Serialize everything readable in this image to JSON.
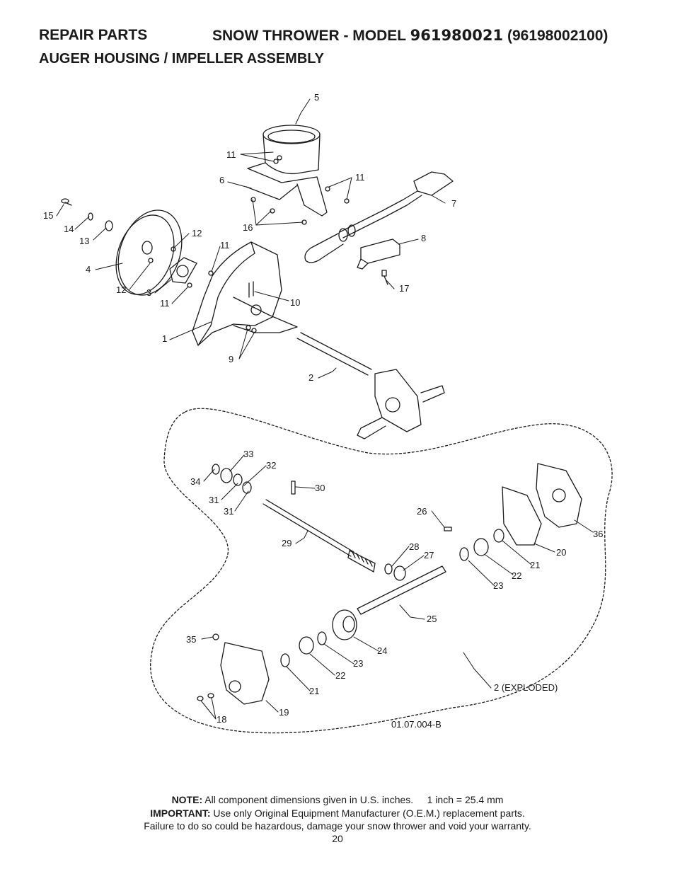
{
  "header": {
    "section": "REPAIR PARTS",
    "product": "SNOW THROWER - MODEL",
    "model_number": "961980021",
    "model_code": "(96198002100)",
    "assembly": "AUGER HOUSING / IMPELLER ASSEMBLY"
  },
  "diagram": {
    "callouts": [
      "5",
      "11",
      "6",
      "11",
      "7",
      "15",
      "14",
      "13",
      "12",
      "11",
      "8",
      "4",
      "16",
      "12",
      "3",
      "11",
      "17",
      "10",
      "1",
      "9",
      "2",
      "33",
      "32",
      "34",
      "30",
      "31",
      "31",
      "26",
      "36",
      "29",
      "28",
      "27",
      "20",
      "21",
      "22",
      "23",
      "25",
      "35",
      "24",
      "23",
      "22",
      "21",
      "2 (EXPLODED)",
      "18",
      "19"
    ],
    "drawing_number": "01.07.004-B"
  },
  "footer": {
    "note_label": "NOTE:",
    "note_text": "All component dimensions given in U.S. inches.",
    "conversion": "1 inch = 25.4 mm",
    "important_label": "IMPORTANT:",
    "important_text": "Use only Original Equipment Manufacturer (O.E.M.) replacement parts.",
    "warning": "Failure to do so could be hazardous, damage your snow thrower and void your warranty.",
    "page_number": "20"
  }
}
